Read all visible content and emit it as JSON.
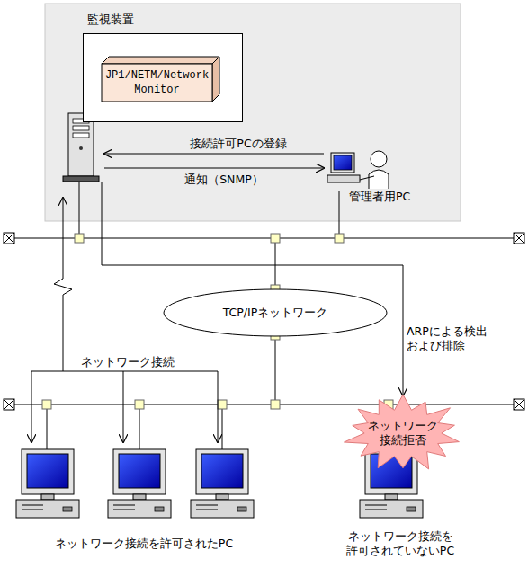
{
  "diagram": {
    "nodes": [
      {
        "text": [
          "監視装置"
        ]
      },
      {
        "text": [
          "JP1/NETM/Network Monitor"
        ],
        "in": 0
      },
      {
        "text": [
          "TCP/IPネットワーク"
        ]
      },
      {
        "text": [
          "ネットワーク 接続拒否"
        ]
      }
    ],
    "labels": [
      "接続許可PCの登録",
      "通知（SNMP）",
      "管理者用PC",
      "ARPによる検出 および排除",
      "ネットワーク接続",
      "ネットワーク接続を許可されたPC",
      "ネットワーク接続を 許可されていないPC"
    ]
  }
}
